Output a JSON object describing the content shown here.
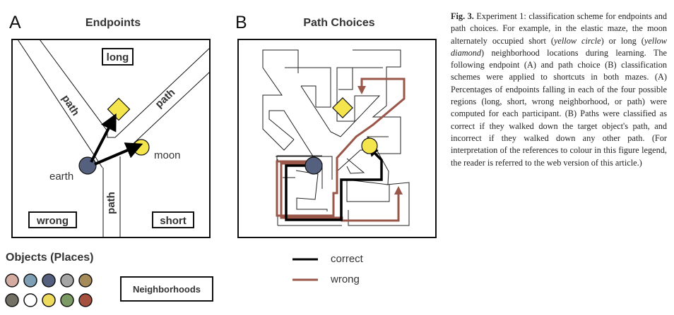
{
  "panels": {
    "a": {
      "letter": "A",
      "title": "Endpoints",
      "region_labels": {
        "long": "long",
        "wrong": "wrong",
        "short": "short"
      },
      "path_label": "path",
      "object_labels": {
        "earth": "earth",
        "moon": "moon"
      }
    },
    "b": {
      "letter": "B",
      "title": "Path Choices"
    }
  },
  "legend": {
    "objects_heading": "Objects (Places)",
    "object_colors": [
      [
        "#d4aba0",
        "#7e9fb4",
        "#55607e",
        "#a5a5a5",
        "#a58a5a"
      ],
      [
        "#737064",
        "#ffffff",
        "#eedb5e",
        "#7c9a63",
        "#a6503f"
      ]
    ],
    "neighborhoods_label": "Neighborhoods",
    "lines": [
      {
        "label": "correct",
        "color": "#000000"
      },
      {
        "label": "wrong",
        "color": "#9a5648"
      }
    ]
  },
  "colors": {
    "earth": "#55607e",
    "moon": "#f5e54d",
    "wrong_path": "#9a5648",
    "correct_path": "#000000"
  },
  "caption": {
    "label": "Fig. 3.",
    "text_1": " Experiment 1: classification scheme for endpoints and path choices. For example, in the elastic maze, the moon alternately occupied short (",
    "italic_1": "yellow circle",
    "text_2": ") or long (",
    "italic_2": "yellow diamond",
    "text_3": ") neighborhood locations during learning. The following endpoint (A) and path choice (B) classification schemes were applied to shortcuts in both mazes. (A) Percentages of endpoints falling in each of the four possible regions (long, short, wrong neighborhood, or path) were computed for each participant. (B) Paths were classified as correct if they walked down the target object's path, and incorrect if they walked down any other path. (For interpretation of the references to colour in this figure legend, the reader is referred to the web version of this article.)"
  }
}
